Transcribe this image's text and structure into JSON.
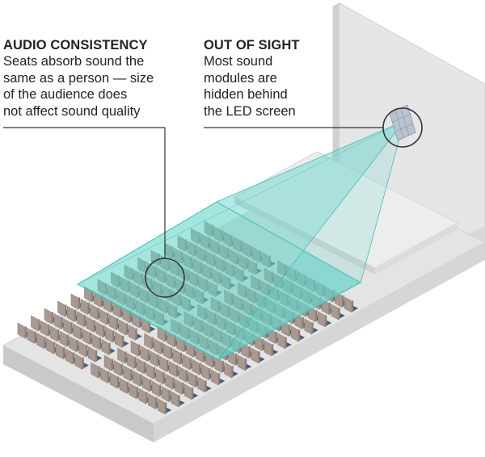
{
  "callouts": {
    "audio": {
      "title": "AUDIO CONSISTENCY",
      "lines": [
        "Seats absorb sound the",
        "same as a person — size",
        "of the audience does",
        "not affect sound quality"
      ]
    },
    "sight": {
      "title": "OUT OF SIGHT",
      "lines": [
        "Most sound",
        "modules are",
        "hidden behind",
        "the LED screen"
      ]
    }
  },
  "colors": {
    "floor_top": "#e4e4e4",
    "floor_front": "#c9c9c9",
    "floor_side": "#d6d6d6",
    "wall": "#e6e6e6",
    "wall_edge": "#cfcfcf",
    "seat_back": "#a89a92",
    "seat_back_shade": "#8d7f78",
    "seat_cushion": "#4a5a78",
    "sound_beam": "#6fd6cc",
    "sound_beam_line": "#3fbfb3",
    "leader_line": "#333333",
    "speaker_module": "#b9c3cf"
  },
  "icons": {
    "speaker": "speaker-module-icon",
    "seats": "theater-seat-icon"
  }
}
